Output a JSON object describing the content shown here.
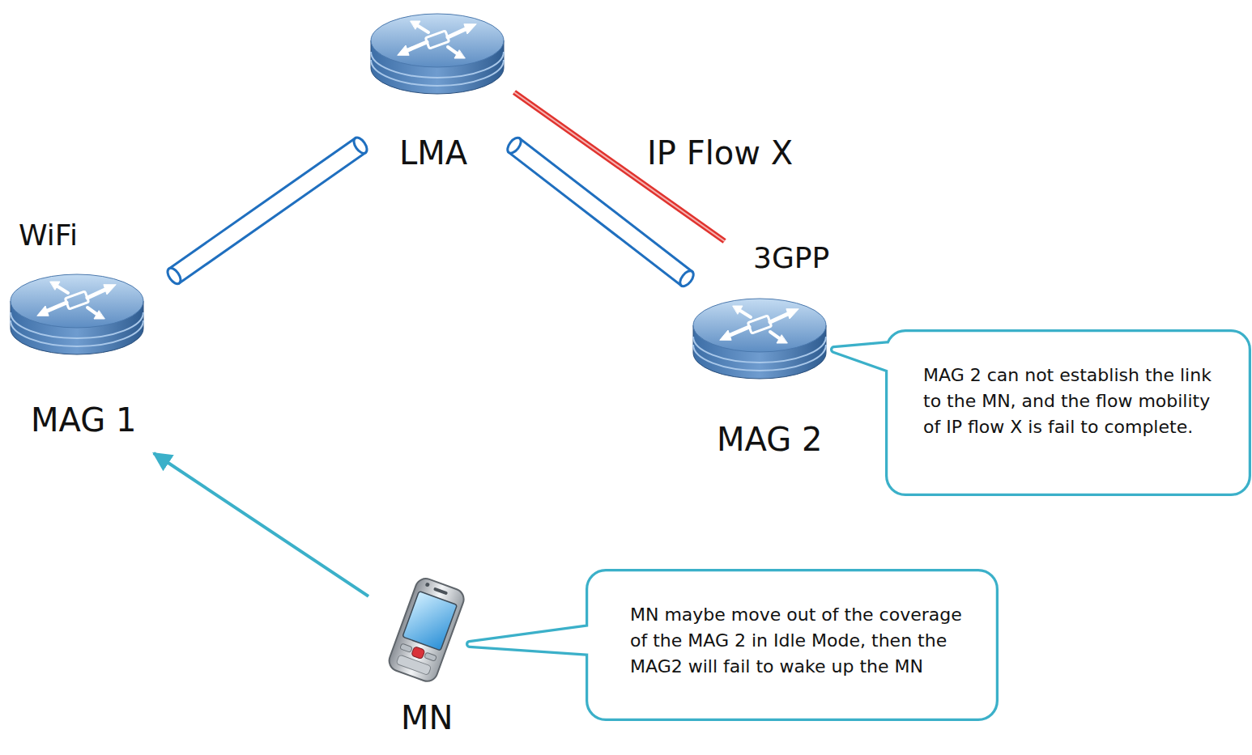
{
  "diagram": {
    "nodes": [
      {
        "text": [
          "LMA"
        ]
      },
      {
        "text": [
          "WiFi",
          "MAG 1"
        ]
      },
      {
        "text": [
          "3GPP",
          "MAG 2"
        ]
      },
      {
        "text": [
          "MAG 2 can not establish the link to the MN, and the flow mobility of IP flow X is fail to complete."
        ]
      },
      {
        "text": [
          "MN"
        ]
      },
      {
        "text": [
          "MN maybe move out of the coverage of the MAG 2 in Idle Mode, then the MAG2 will fail to wake up the MN"
        ]
      }
    ],
    "edges": [
      {
        "from": 0,
        "to": 1,
        "arrow": "none"
      },
      {
        "from": 0,
        "to": 2,
        "arrow": "none"
      },
      {
        "from": 0,
        "to": 2,
        "label": "IP Flow X",
        "arrow": "none"
      },
      {
        "from": 4,
        "to": 1,
        "arrow": "to"
      }
    ]
  }
}
